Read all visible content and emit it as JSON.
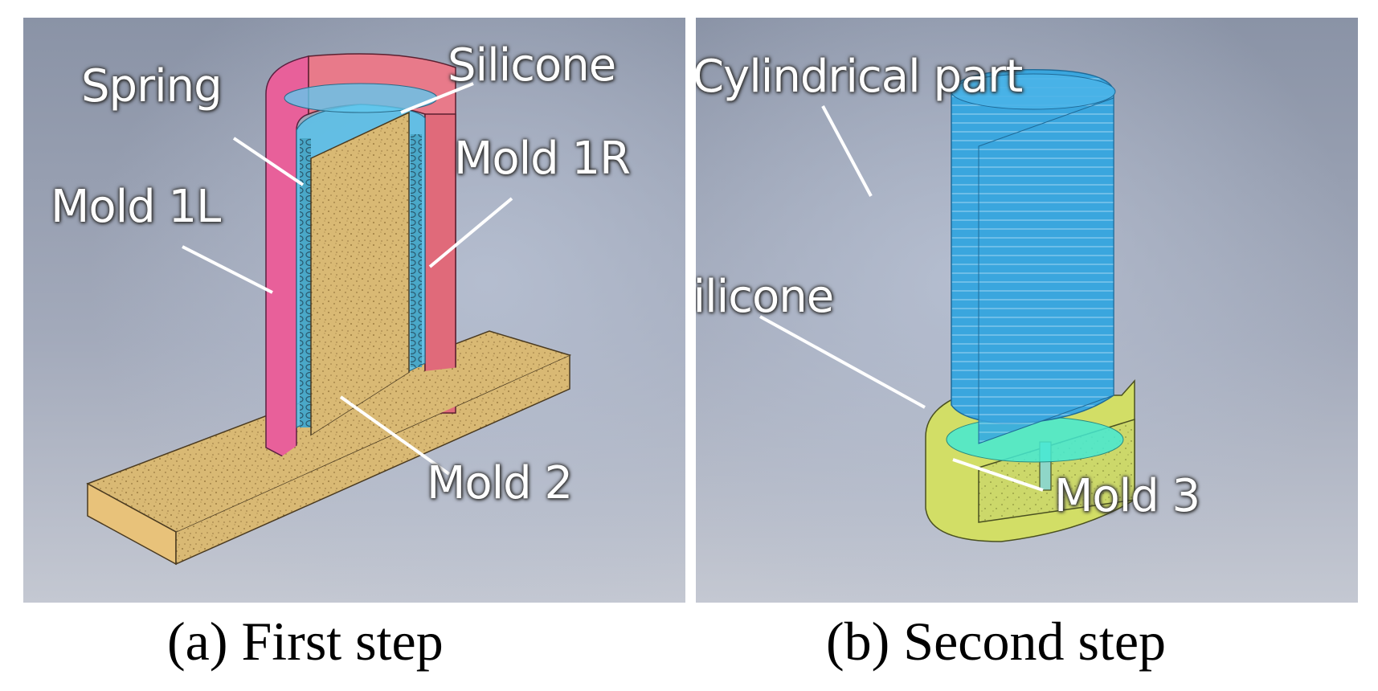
{
  "panels": [
    {
      "caption": "(a) First step",
      "labels": {
        "spring": "Spring",
        "silicone": "Silicone",
        "mold_1r": "Mold 1R",
        "mold_1l": "Mold 1L",
        "mold_2": "Mold 2"
      }
    },
    {
      "caption": "(b) Second step",
      "labels": {
        "cylindrical_part": "Cylindrical part",
        "silicone": "Silicone",
        "mold_3": "Mold 3"
      }
    }
  ],
  "colors": {
    "mold_1l": "#e8609a",
    "mold_1r": "#e87a8a",
    "mold_2": "#d8b66e",
    "silicone_a": "#4fb8e0",
    "cylindrical_part": "#3aa8e0",
    "silicone_b": "#40e8d0",
    "mold_3": "#d0dc60"
  }
}
